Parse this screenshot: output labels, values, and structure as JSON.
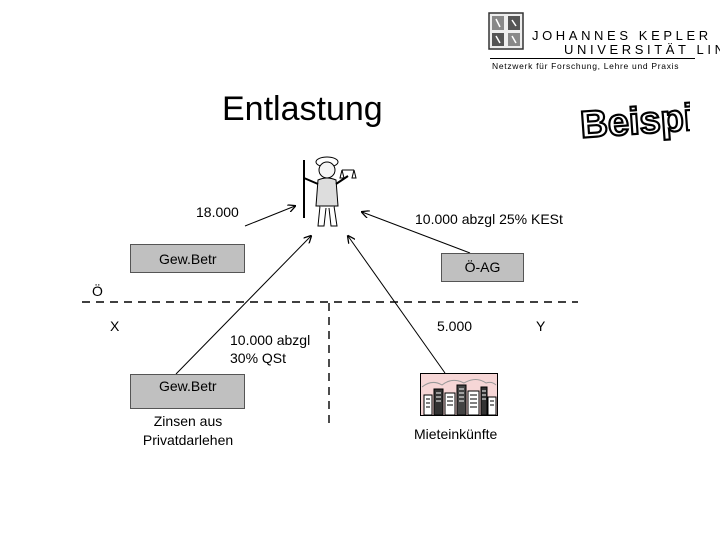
{
  "header": {
    "title": "Entlastung",
    "badge": "Beispiel",
    "university_line1": "JOHANNES KEPLER",
    "university_line2": "UNIVERSITÄT LINZ",
    "university_tagline": "Netzwerk für Forschung, Lehre und Praxis"
  },
  "diagram": {
    "left_top_amount": "18.000",
    "right_top_amount": "10.000 abzgl 25% KESt",
    "left_box_top": "Gew.Betr",
    "right_box": "Ö-AG",
    "country_upper": "Ö",
    "country_lower_left": "X",
    "country_lower_right": "Y",
    "middle_amount_line1": "10.000 abzgl",
    "middle_amount_line2": "30% QSt",
    "right_middle_amount": "5.000",
    "left_box_bottom": "Gew.Betr",
    "bottom_left_line1": "Zinsen aus",
    "bottom_left_line2": "Privatdarlehen",
    "bottom_right_label": "Mieteinkünfte"
  },
  "icons": {
    "crest": "university-crest-icon",
    "judge": "tax-judge-figure-icon",
    "city": "city-buildings-icon"
  }
}
